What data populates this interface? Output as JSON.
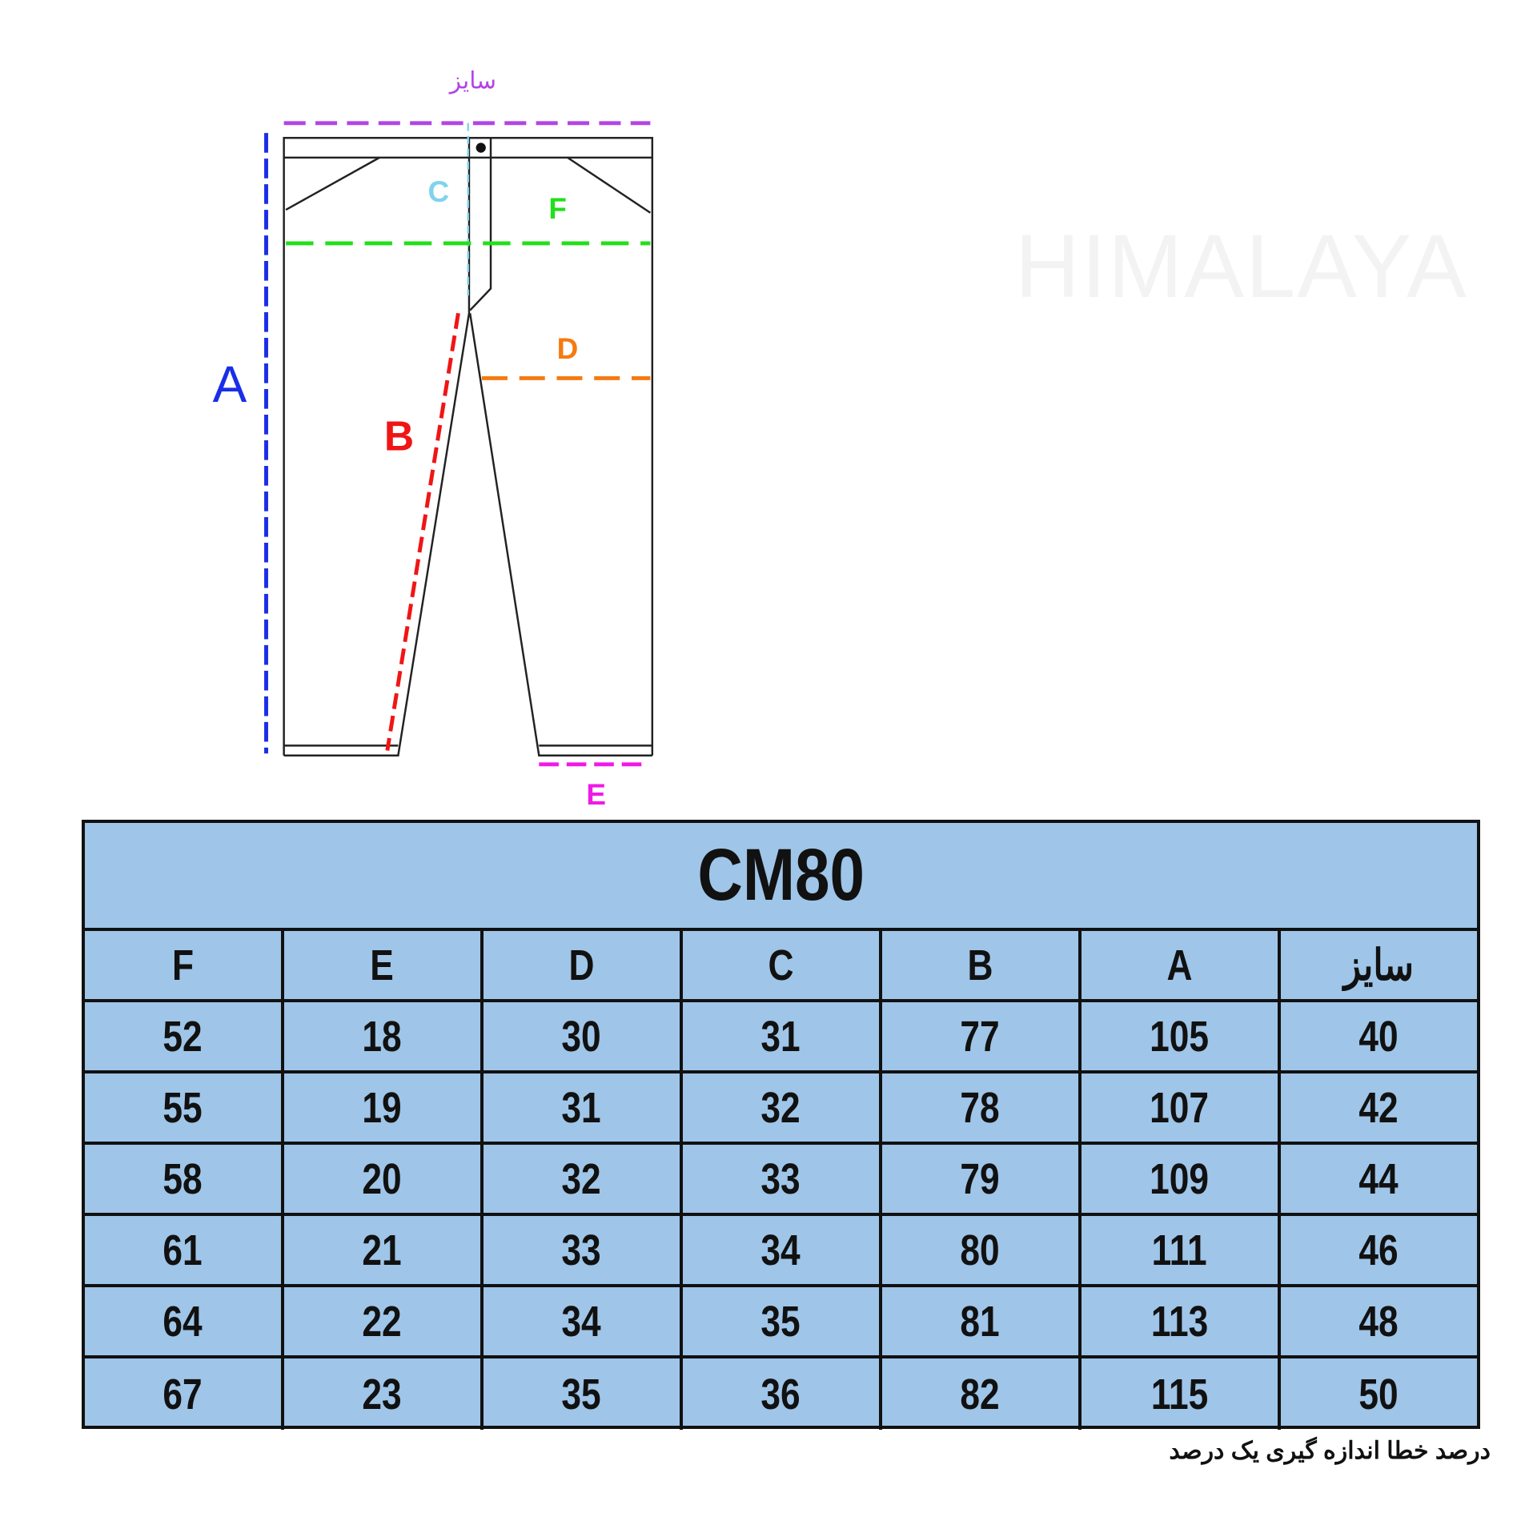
{
  "diagram": {
    "labels": {
      "size": "سایز",
      "A": "A",
      "B": "B",
      "C": "C",
      "D": "D",
      "E": "E",
      "F": "F"
    },
    "colors": {
      "size": "#b245e6",
      "A": "#1a2ee8",
      "B": "#f01515",
      "C": "#7fd4ec",
      "D": "#f57a10",
      "E": "#f01ae8",
      "F": "#22e01a"
    }
  },
  "watermark": "HIMALAYA",
  "table": {
    "title": "CM80",
    "headers": [
      "F",
      "E",
      "D",
      "C",
      "B",
      "A",
      "سایز"
    ],
    "rows": [
      [
        "52",
        "18",
        "30",
        "31",
        "77",
        "105",
        "40"
      ],
      [
        "55",
        "19",
        "31",
        "32",
        "78",
        "107",
        "42"
      ],
      [
        "58",
        "20",
        "32",
        "33",
        "79",
        "109",
        "44"
      ],
      [
        "61",
        "21",
        "33",
        "34",
        "80",
        "111",
        "46"
      ],
      [
        "64",
        "22",
        "34",
        "35",
        "81",
        "113",
        "48"
      ],
      [
        "67",
        "23",
        "35",
        "36",
        "82",
        "115",
        "50"
      ]
    ]
  },
  "note": "درصد خطا اندازه گیری یک درصد"
}
